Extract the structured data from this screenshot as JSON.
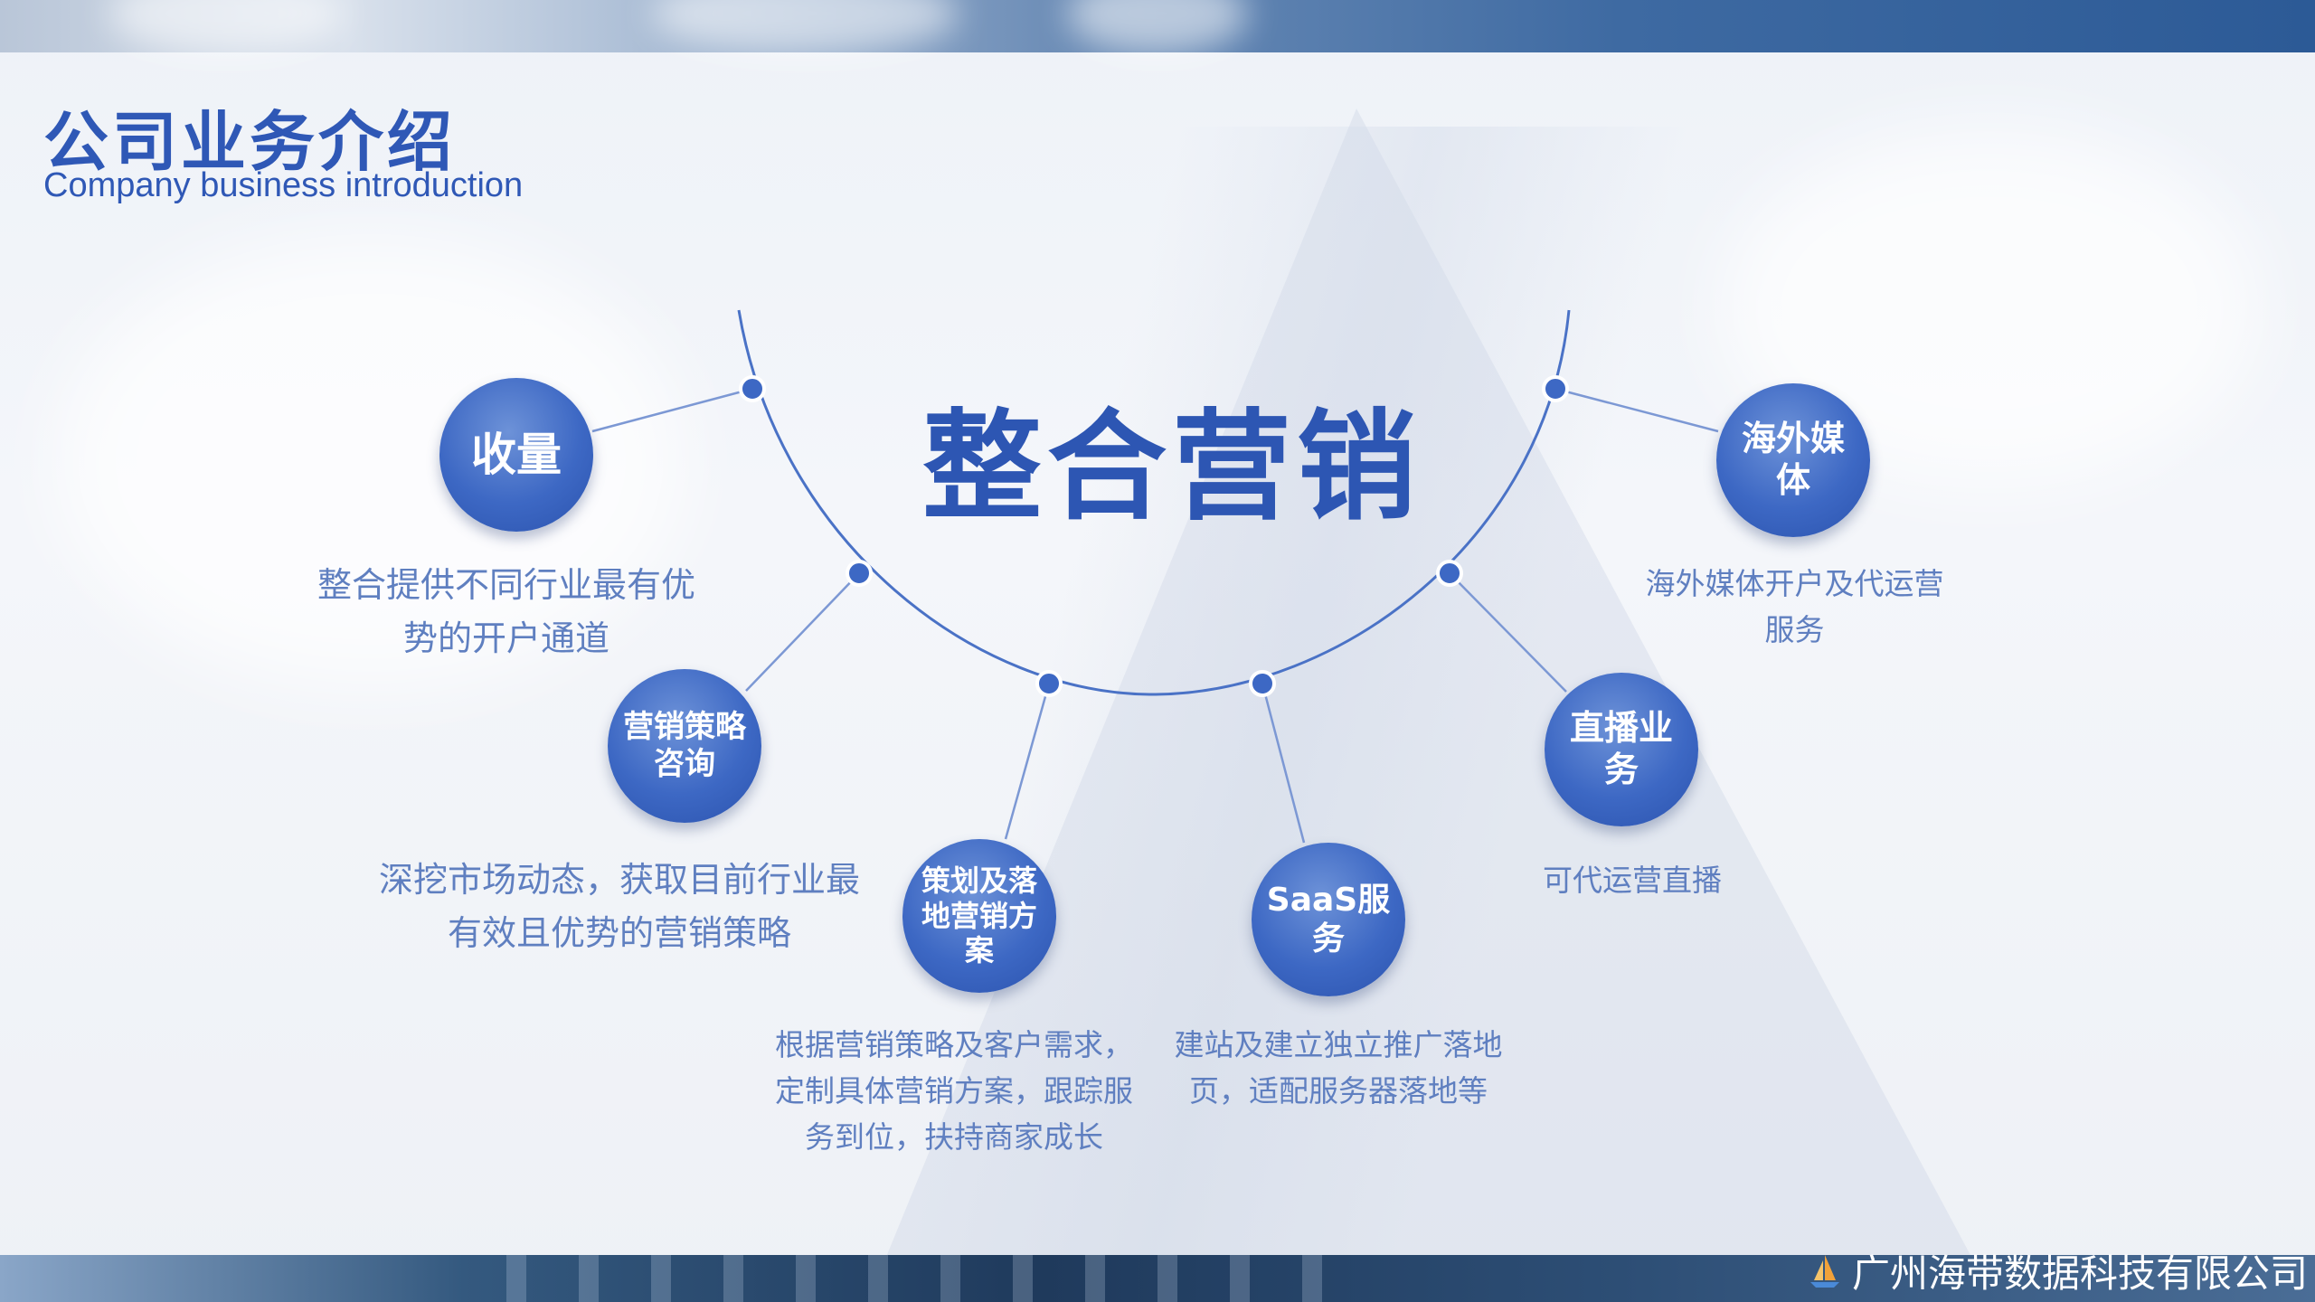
{
  "header": {
    "title": "公司业务介绍",
    "subtitle": "Company business introduction"
  },
  "center": {
    "title": "整合营销"
  },
  "nodes": [
    {
      "label": "收量",
      "description": "整合提供不同行业最有优势的开户通道"
    },
    {
      "label": "营销策略咨询",
      "description": "深挖市场动态，获取目前行业最有效且优势的营销策略"
    },
    {
      "label": "策划及落地营销方案",
      "description": "根据营销策略及客户需求，定制具体营销方案，跟踪服务到位，扶持商家成长"
    },
    {
      "label": "SaaS服务",
      "description": "建站及建立独立推广落地页，适配服务器落地等"
    },
    {
      "label": "直播业务",
      "description": "可代运营直播"
    },
    {
      "label": "海外媒体",
      "description": "海外媒体开户及代运营服务"
    }
  ],
  "footer": {
    "company": "广州海带数据科技有限公司"
  },
  "colors": {
    "primary": "#2f58b6",
    "node": "#3d68c4",
    "description": "#5f7fc0",
    "line": "#4a72c6"
  }
}
